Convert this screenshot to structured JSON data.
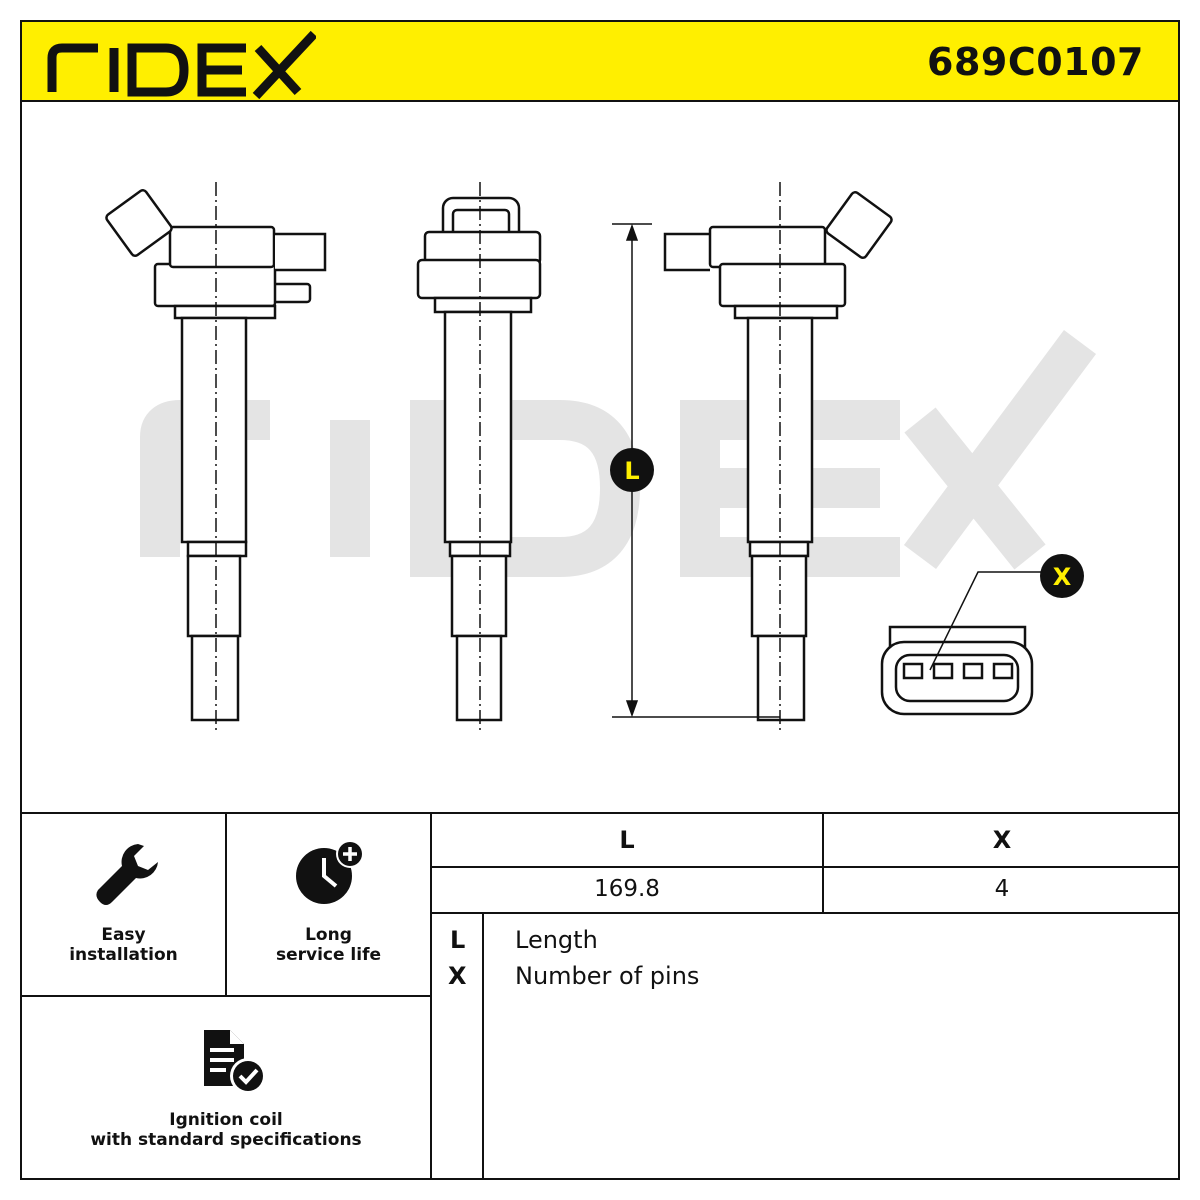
{
  "header": {
    "brand": "RIDEX",
    "part_number": "689C0107",
    "background_color": "#ffef00"
  },
  "drawing": {
    "watermark": "RIDEX",
    "dimension_marker": "L",
    "connector_marker": "X"
  },
  "features": [
    {
      "icon": "wrench-icon",
      "line1": "Easy",
      "line2": "installation"
    },
    {
      "icon": "clock-plus-icon",
      "line1": "Long",
      "line2": "service life"
    },
    {
      "icon": "document-check-icon",
      "line1": "Ignition coil",
      "line2": "with standard specifications"
    }
  ],
  "spec_table": {
    "columns": [
      "L",
      "X"
    ],
    "values": [
      "169.8",
      "4"
    ]
  },
  "legend": [
    {
      "key": "L",
      "text": "Length"
    },
    {
      "key": "X",
      "text": "Number of pins"
    }
  ]
}
